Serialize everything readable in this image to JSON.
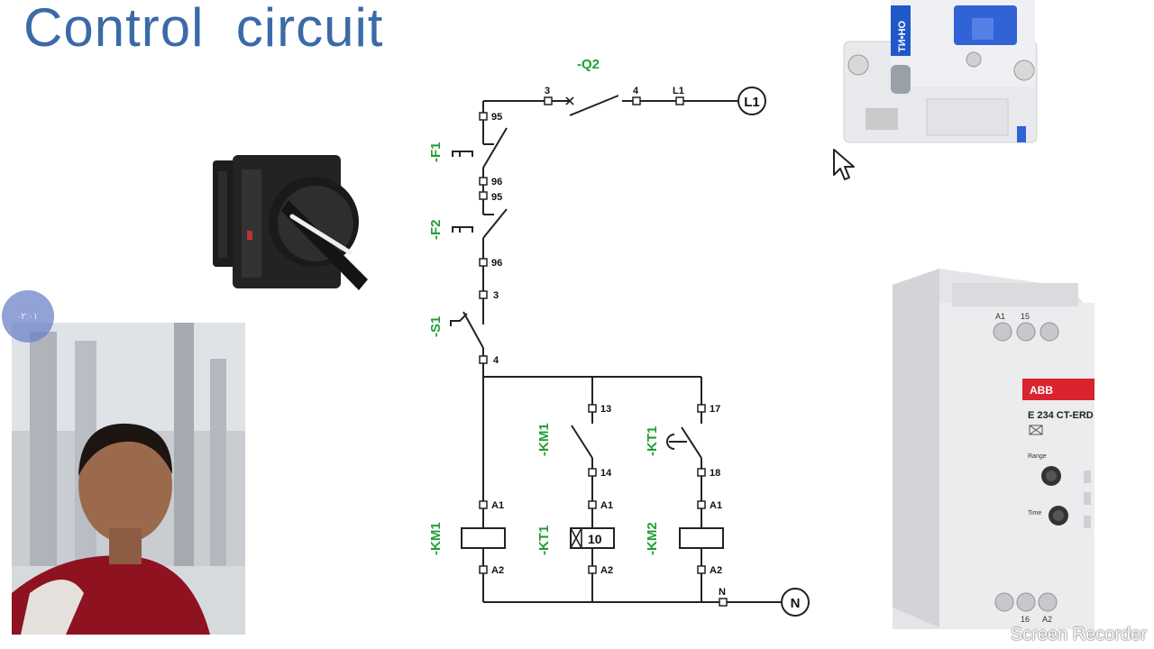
{
  "slide": {
    "title": "Control  circuit"
  },
  "diagram": {
    "breaker": {
      "name": "-Q2",
      "t_in": "3",
      "t_out": "4",
      "line": "L1",
      "supply": "L1"
    },
    "overload1": {
      "name": "-F1",
      "t_top": "95",
      "t_bottom": "96"
    },
    "overload2": {
      "name": "-F2",
      "t_top": "95",
      "t_bottom": "96"
    },
    "selector": {
      "name": "-S1",
      "t_top": "3",
      "t_bottom": "4"
    },
    "contact_km1": {
      "name": "-KM1",
      "t_top": "13",
      "t_bottom": "14"
    },
    "contact_kt1": {
      "name": "-KT1",
      "t_top": "17",
      "t_bottom": "18"
    },
    "coil_km1": {
      "name": "-KM1",
      "a1": "A1",
      "a2": "A2"
    },
    "coil_kt1": {
      "name": "-KT1",
      "a1": "A1",
      "a2": "A2",
      "value": "10"
    },
    "coil_km2": {
      "name": "-KM2",
      "a1": "A1",
      "a2": "A2"
    },
    "neutral": {
      "terminal": "N",
      "supply": "N"
    }
  },
  "relay_device": {
    "brand": "ABB",
    "model": "E 234  CT-ERD",
    "top_terminals": [
      "A1",
      "15"
    ],
    "bottom_terminals": [
      "16",
      "A2"
    ],
    "range_label": "Range",
    "time_label": "Time"
  },
  "breaker_device": {
    "brand": "ТИ•НО"
  },
  "overlay": {
    "timer": "·٢:٠١",
    "watermark": "Screen Recorder"
  },
  "colors": {
    "title": "#3b6aa8",
    "label_green": "#1e9e33",
    "abb_red": "#d9232e"
  }
}
